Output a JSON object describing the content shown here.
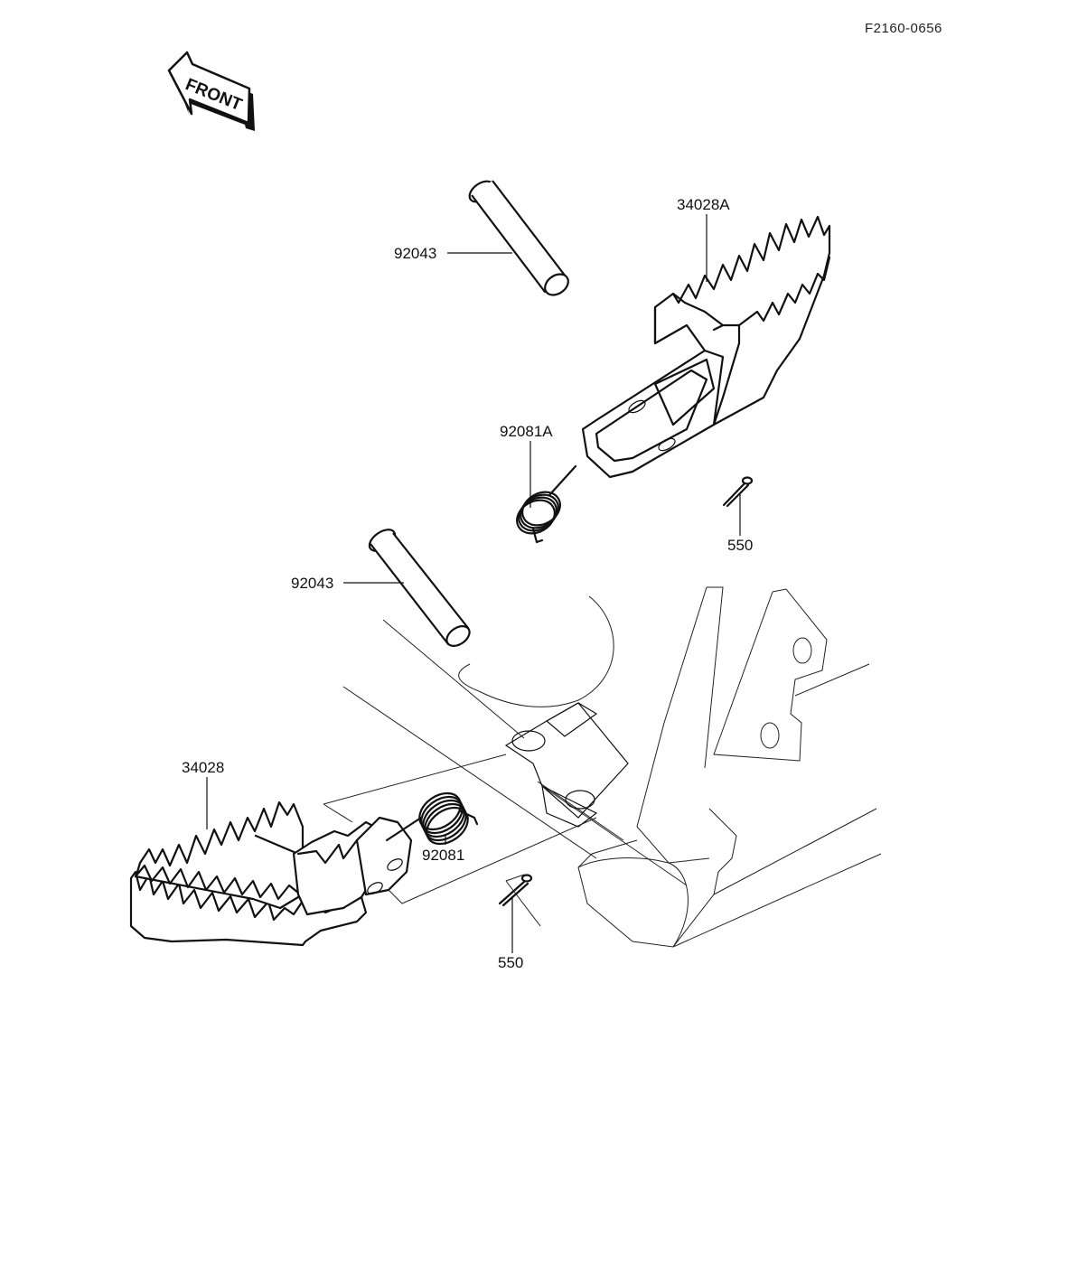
{
  "reference_code": "F2160-0656",
  "front_arrow": {
    "label": "FRONT",
    "icon": "front-direction-arrow-icon"
  },
  "parts": [
    {
      "id": "92043-upper",
      "label": "92043"
    },
    {
      "id": "34028A",
      "label": "34028A"
    },
    {
      "id": "92081A",
      "label": "92081A"
    },
    {
      "id": "550-upper",
      "label": "550"
    },
    {
      "id": "92043-lower",
      "label": "92043"
    },
    {
      "id": "34028",
      "label": "34028"
    },
    {
      "id": "92081",
      "label": "92081"
    },
    {
      "id": "550-lower",
      "label": "550"
    }
  ]
}
